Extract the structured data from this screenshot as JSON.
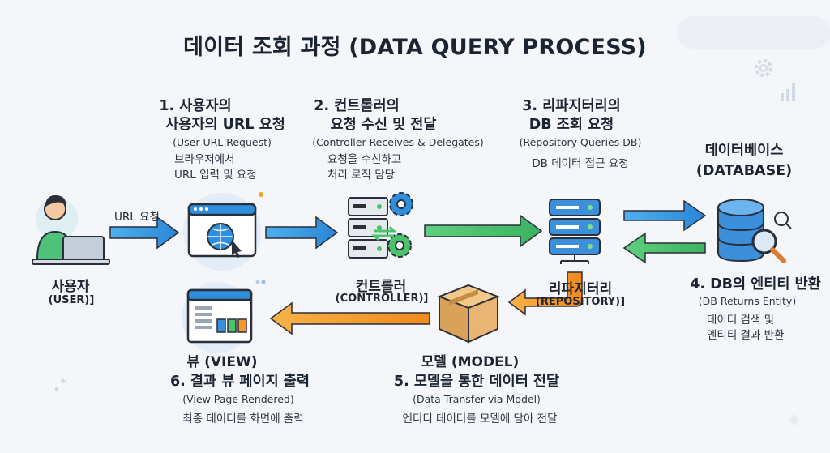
{
  "title": "데이터 조회 과정 (DATA QUERY PROCESS)",
  "steps": {
    "s1": {
      "h1": "1. 사용자의",
      "h2": "사용자의 URL 요청",
      "sub": "(User URL Request)",
      "d1": "브라우저에서",
      "d2": "URL 입력 및 요청"
    },
    "s2": {
      "h1": "2. 컨트롤러의",
      "h2": "요청 수신 및 전달",
      "sub": "(Controller Receives & Delegates)",
      "d1": "요청을 수신하고",
      "d2": "처리 로직 담당"
    },
    "s3": {
      "h1": "3. 리파지터리의",
      "h2": "DB 조회 요청",
      "sub": "(Repository Queries DB)",
      "d1": "DB 데이터 접근 요청"
    },
    "s4": {
      "h1": "4. DB의 엔티티 반환",
      "sub": "(DB Returns Entity)",
      "d1": "데이터 검색 및",
      "d2": "엔티티 결과 반환"
    },
    "s5": {
      "h1": "5. 모델을 통한 데이터 전달",
      "sub": "(Data Transfer via Model)",
      "d1": "엔티티 데이터를 모델에 담아 전달"
    },
    "s6": {
      "h1": "6. 결과 뷰 페이지 출력",
      "sub": "(View Page Rendered)",
      "d1": "최종 데이터를 화면에 출력"
    }
  },
  "nodes": {
    "user": {
      "label": "사용자",
      "en": "(USER)]"
    },
    "controller": {
      "label": "컨트롤러",
      "en": "(CONTROLLER)]"
    },
    "repository": {
      "label": "리파지터리",
      "en": "(REPOSITORY)]"
    },
    "database": {
      "label1": "데이터베이스",
      "label2": "(DATABASE)"
    },
    "model": {
      "label": "모델 (MODEL)"
    },
    "view": {
      "label": "뷰 (VIEW)"
    }
  },
  "arrows": {
    "url_request": "URL 요청"
  },
  "colors": {
    "blue_arrow": "#3b9be0",
    "green_arrow": "#4cc26a",
    "orange_arrow": "#f39a2b",
    "accent": "#f3a623"
  },
  "icons": [
    "user-laptop-icon",
    "browser-globe-icon",
    "server-gear-icon",
    "server-stack-icon",
    "database-search-icon",
    "package-box-icon",
    "view-page-icon",
    "gear-icon",
    "chart-icon"
  ]
}
